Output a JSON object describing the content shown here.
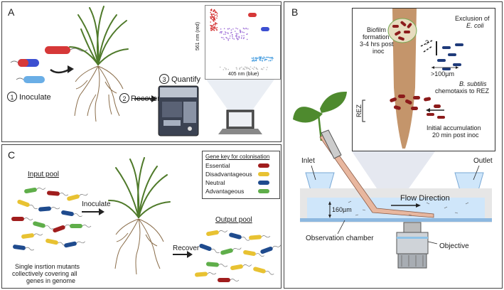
{
  "panels": {
    "a": "A",
    "b": "B",
    "c": "C"
  },
  "panel_a": {
    "step1_num": "1",
    "step1_label": "Inoculate",
    "step2_num": "2",
    "step2_label": "Recover",
    "step3_num": "3",
    "step3_label": "Quantify",
    "plot_ylabel": "561 nm (red)",
    "plot_xlabel": "405 nm (blue)"
  },
  "panel_b": {
    "exclusion_line1": "Exclusion of",
    "exclusion_line2": "E. coli",
    "biofilm_line1": "Biofilm",
    "biofilm_line2": "formation",
    "biofilm_line3": "3-4 hrs post",
    "biofilm_line4": "inoc",
    "question": "?",
    "distance": ">100µm",
    "chemotaxis_line1": "B. subtilis",
    "chemotaxis_line2": "chemotaxis to REZ",
    "rez": "REZ",
    "initial_line1": "Initial accumulation",
    "initial_line2": "20 min post inoc",
    "inlet": "Inlet",
    "outlet": "Outlet",
    "flow": "Flow Direction",
    "height": "160µm",
    "chamber": "Observation chamber",
    "objective": "Objective"
  },
  "panel_c": {
    "key_title": "Gene key for colonisation",
    "key_items": [
      "Essential",
      "Disadvantageous",
      "Neutral",
      "Advantageous"
    ],
    "key_colors": [
      "#a01d1d",
      "#e8c232",
      "#1f4b8e",
      "#5fae4a"
    ],
    "input_pool": "Input pool",
    "inoculate": "Inoculate",
    "desc_line1": "Single insrtion mutants",
    "desc_line2": "collectively covering all",
    "desc_line3": "genes in genome",
    "recover": "Recover",
    "output_pool": "Output pool"
  }
}
